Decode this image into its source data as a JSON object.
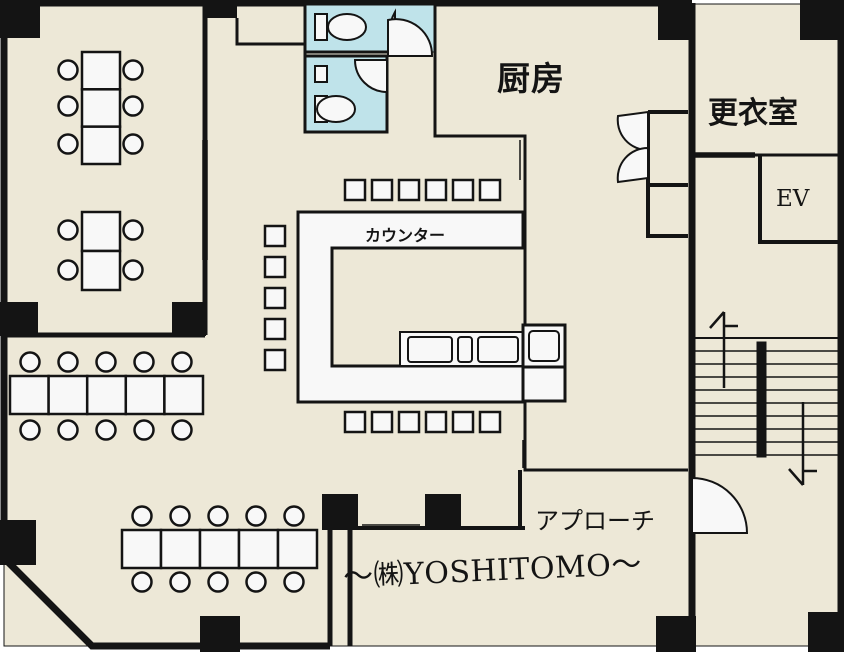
{
  "labels": {
    "kitchen": "厨房",
    "locker_room": "更衣室",
    "elevator": "EV",
    "counter": "カウンター",
    "approach": "アプローチ",
    "company": "～㈱YOSHITOMO～"
  },
  "colors": {
    "floor": "#ede8d7",
    "wall": "#141414",
    "restroom": "#bfe3ea",
    "fixture": "#f8f8f8"
  }
}
